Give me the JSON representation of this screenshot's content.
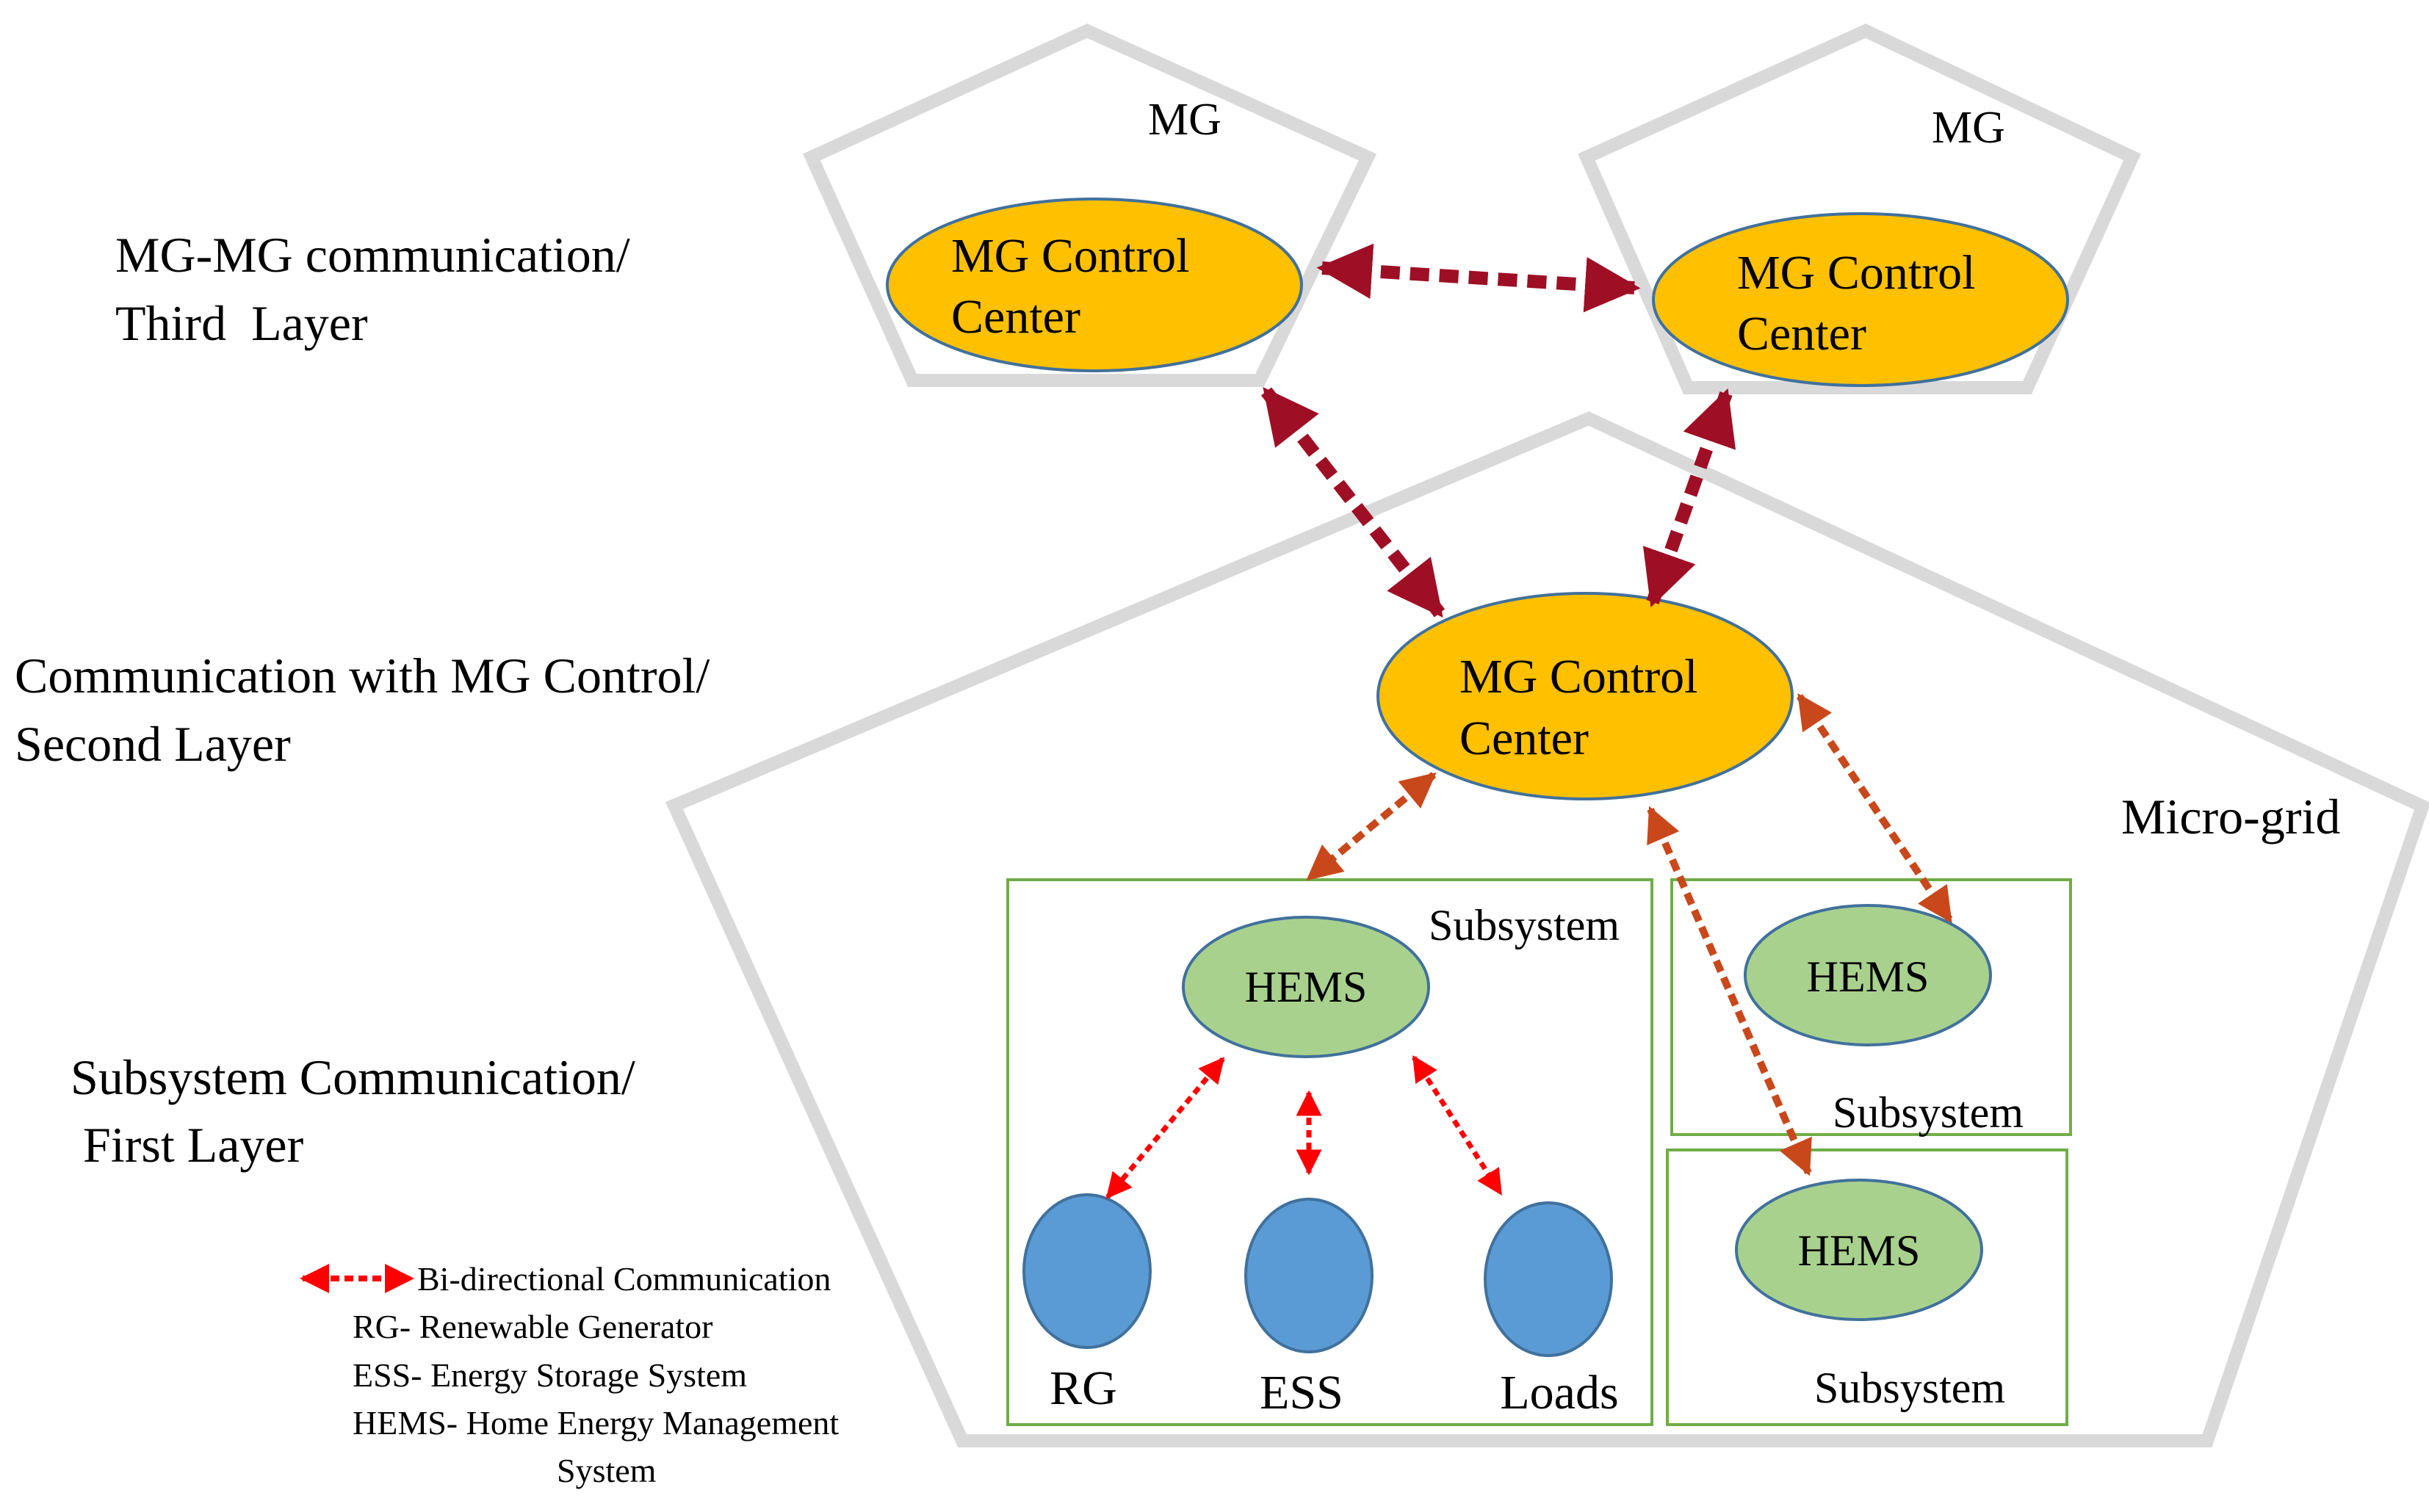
{
  "layers": {
    "third": [
      "MG-MG communication/",
      "Third  Layer"
    ],
    "second": [
      "Communication with MG Control/",
      "Second Layer"
    ],
    "first": [
      "Subsystem Communication/",
      " First Layer"
    ]
  },
  "microgrids": {
    "left_label": "MG",
    "right_label": "MG",
    "main_label": "Micro-grid"
  },
  "control_centers": {
    "left": [
      "MG Control",
      "Center"
    ],
    "right": [
      "MG Control",
      "Center"
    ],
    "main": [
      "MG Control",
      "Center"
    ]
  },
  "subsystems": {
    "main": {
      "label": "Subsystem",
      "hems": "HEMS"
    },
    "upper_right": {
      "label": "Subsystem",
      "hems": "HEMS"
    },
    "lower_right": {
      "label": "Subsystem",
      "hems": "HEMS"
    }
  },
  "devices": [
    "RG",
    "ESS",
    "Loads"
  ],
  "legend": {
    "arrow_label": "Bi-directional Communication",
    "lines": [
      "RG- Renewable Generator",
      "ESS- Energy Storage System",
      "HEMS- Home Energy Management",
      "System"
    ]
  },
  "colors": {
    "pentagon_stroke": "#d9d9d9",
    "control_center_fill": "#ffc000",
    "hems_fill": "#a9d18e",
    "device_fill": "#5b9bd5",
    "ellipse_stroke": "#41719c",
    "subsystem_border": "#70ad47",
    "top_arrow": "#9e0f25",
    "mid_arrow": "#c8481b",
    "low_arrow": "#ff0000"
  }
}
